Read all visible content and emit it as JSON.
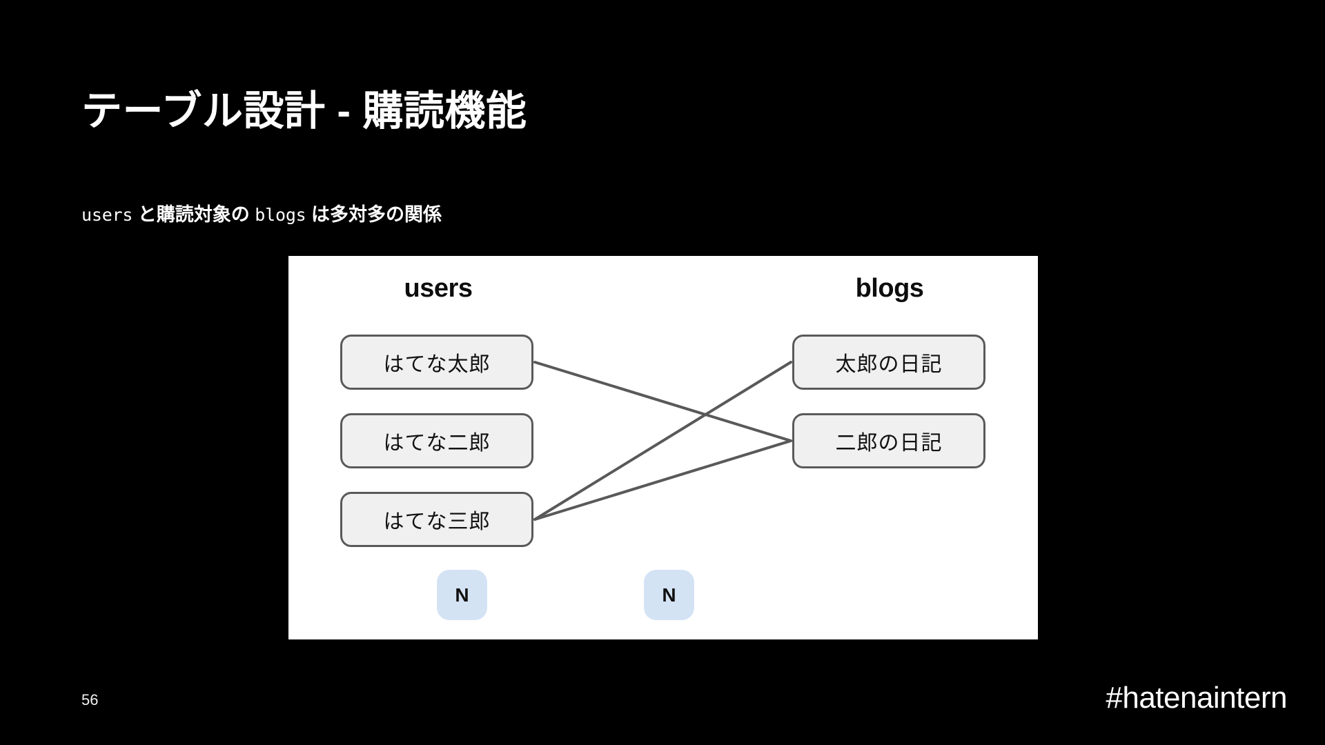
{
  "slide": {
    "title": "テーブル設計 - 購読機能",
    "subtitle": {
      "segment_1_code": "users",
      "segment_2_text": " と購読対象の ",
      "segment_3_code": "blogs",
      "segment_4_text": " は多対多の関係",
      "full_text": "users と購読対象の blogs は多対多の関係"
    },
    "page_number": "56",
    "hashtag": "#hatenaintern",
    "background_color": "#000000",
    "text_color": "#ffffff"
  },
  "diagram": {
    "panel_background": "#ffffff",
    "node_fill": "#f0f0f0",
    "node_border": "#595959",
    "connector_color": "#595959",
    "columns": [
      {
        "heading": "users"
      },
      {
        "heading": "blogs"
      }
    ],
    "user_nodes": [
      {
        "label": "はてな太郎"
      },
      {
        "label": "はてな二郎"
      },
      {
        "label": "はてな三郎"
      }
    ],
    "blog_nodes": [
      {
        "label": "太郎の日記"
      },
      {
        "label": "二郎の日記"
      }
    ],
    "connections": [
      {
        "from": "はてな太郎",
        "to": "二郎の日記"
      },
      {
        "from": "はてな三郎",
        "to": "太郎の日記"
      },
      {
        "from": "はてな三郎",
        "to": "二郎の日記"
      }
    ],
    "cardinality_badges": [
      {
        "side": "users",
        "label": "N",
        "color": "#d4e3f4"
      },
      {
        "side": "blogs",
        "label": "N",
        "color": "#d4e3f4"
      }
    ]
  }
}
